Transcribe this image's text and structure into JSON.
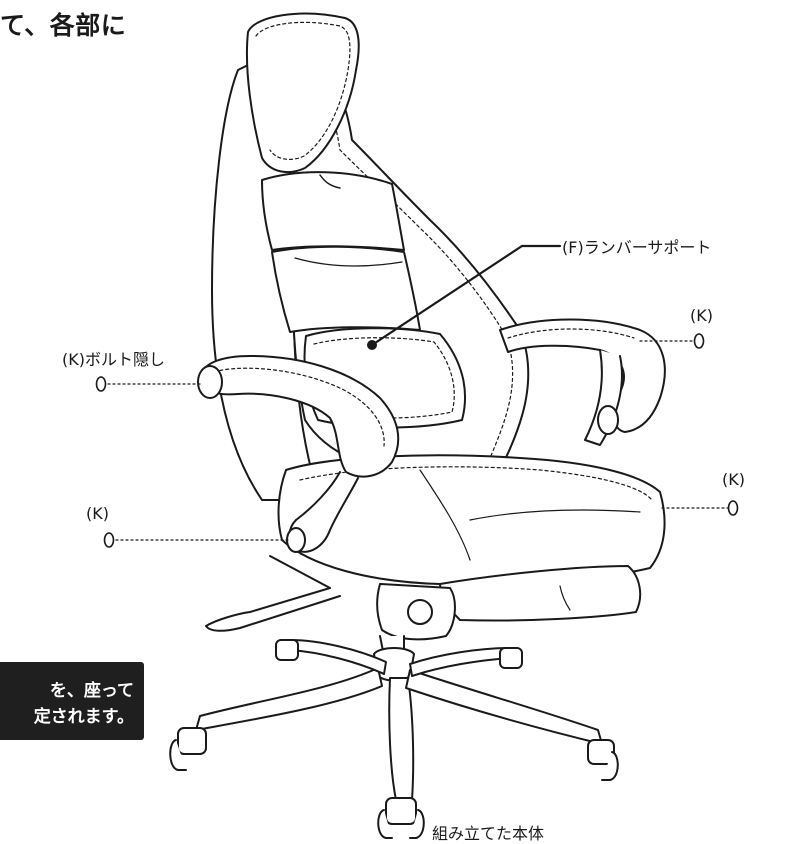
{
  "heading": "て、各部に",
  "labels": {
    "lumbar": "(F)ランバーサポート",
    "bolt_cover": "(K)ボルト隠し",
    "k_right_top": "(K)",
    "k_right_mid": "(K)",
    "k_left_low": "(K)",
    "body": "組み立てた本体"
  },
  "note": {
    "line1": "を、座って",
    "line2": "定されます。"
  },
  "colors": {
    "ink": "#1a1a1a",
    "note_bg": "#1f1f1f",
    "note_text": "#ffffff"
  },
  "icons": [
    "office-chair-drawing",
    "bolt-cover-cap-icon"
  ]
}
